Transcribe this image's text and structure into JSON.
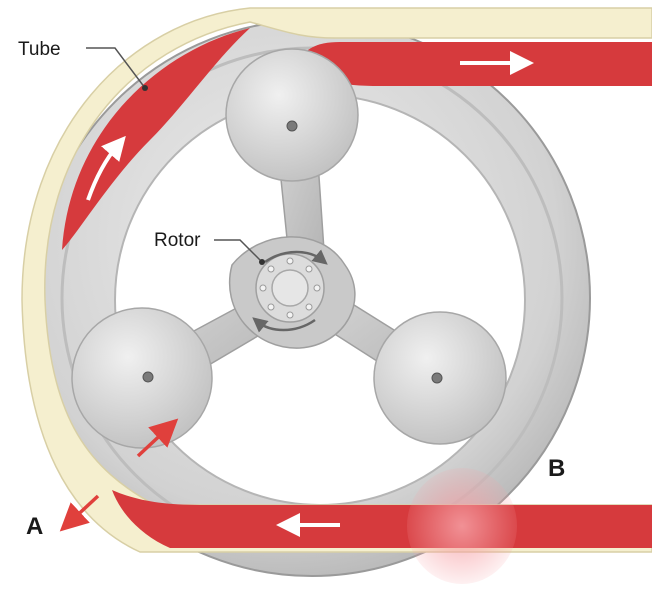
{
  "labels": {
    "tube": "Tube",
    "rotor": "Rotor",
    "point_a": "A",
    "point_b": "B"
  },
  "colors": {
    "fluid": "#d63a3d",
    "tube_wall": "#f5efcf",
    "housing": "#cfcfcf",
    "rotor_metal": "#c6c6c6",
    "roller": "#d9d9d9",
    "pinch_glow": "#f08a90",
    "force_arrow": "#e0403c",
    "flow_arrow": "#ffffff"
  },
  "icons": {
    "flow_direction": "arrow-icon",
    "rotation": "rotate-arrow-icon",
    "force": "arrow-icon"
  }
}
